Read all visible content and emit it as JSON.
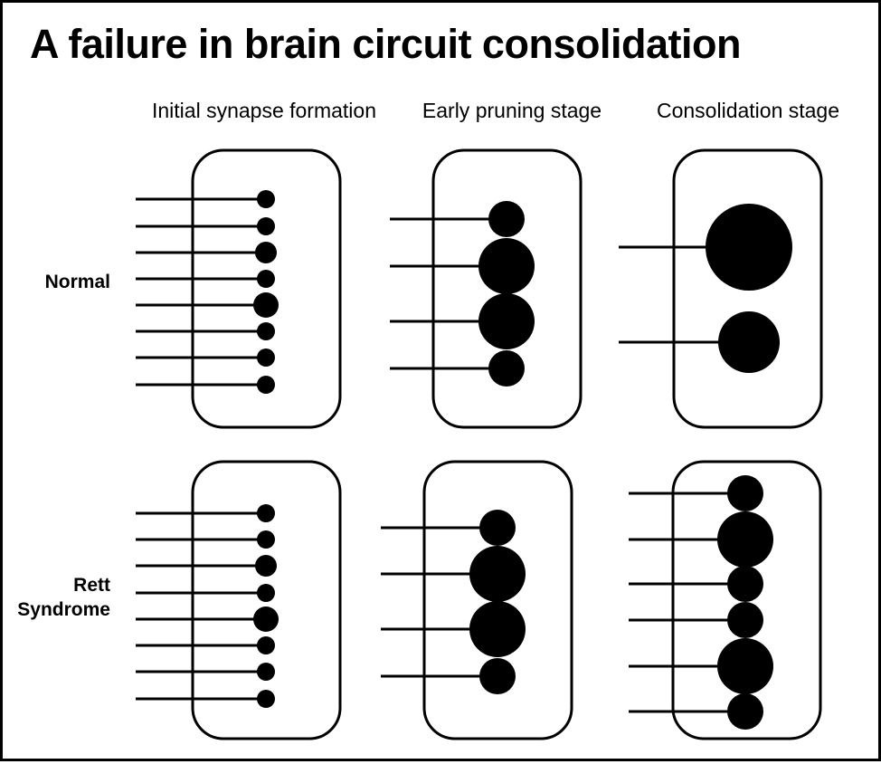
{
  "title": "A failure in brain circuit consolidation",
  "columns": [
    "Initial synapse formation",
    "Early pruning stage",
    "Consolidation stage"
  ],
  "rows": [
    {
      "label_lines": [
        "Normal"
      ]
    },
    {
      "label_lines": [
        "Rett",
        "Syndrome"
      ]
    }
  ]
}
